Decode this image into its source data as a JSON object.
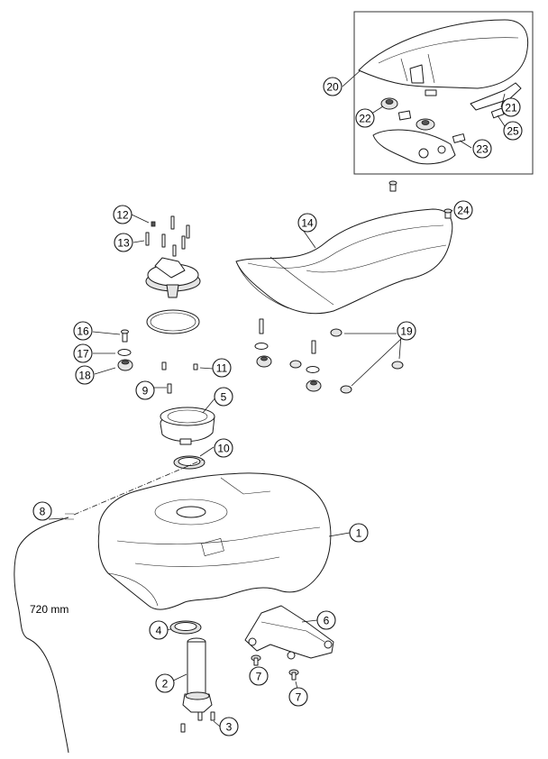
{
  "callouts": [
    {
      "label": "1"
    },
    {
      "label": "2"
    },
    {
      "label": "3"
    },
    {
      "label": "4"
    },
    {
      "label": "5"
    },
    {
      "label": "6"
    },
    {
      "label": "7"
    },
    {
      "label": "7"
    },
    {
      "label": "8"
    },
    {
      "label": "9"
    },
    {
      "label": "10"
    },
    {
      "label": "11"
    },
    {
      "label": "12"
    },
    {
      "label": "13"
    },
    {
      "label": "14"
    },
    {
      "label": "16"
    },
    {
      "label": "17"
    },
    {
      "label": "18"
    },
    {
      "label": "19"
    },
    {
      "label": "20"
    },
    {
      "label": "21"
    },
    {
      "label": "22"
    },
    {
      "label": "23"
    },
    {
      "label": "24"
    },
    {
      "label": "25"
    }
  ],
  "dimension": {
    "hose_length": "720 mm"
  }
}
